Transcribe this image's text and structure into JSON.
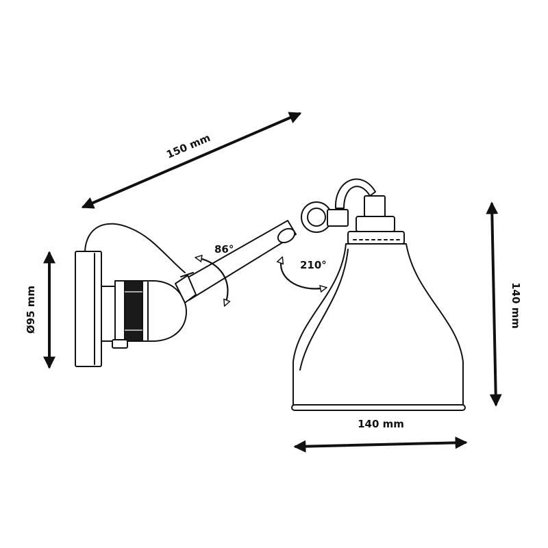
{
  "dimensions": {
    "arm_length": "150 mm",
    "base_diameter": "Ø95 mm",
    "shade_height": "140 mm",
    "shade_width": "140 mm"
  },
  "angles": {
    "arm_tilt": "86°",
    "shade_rotation": "210°"
  },
  "colors": {
    "line": "#111111",
    "background": "#ffffff"
  }
}
